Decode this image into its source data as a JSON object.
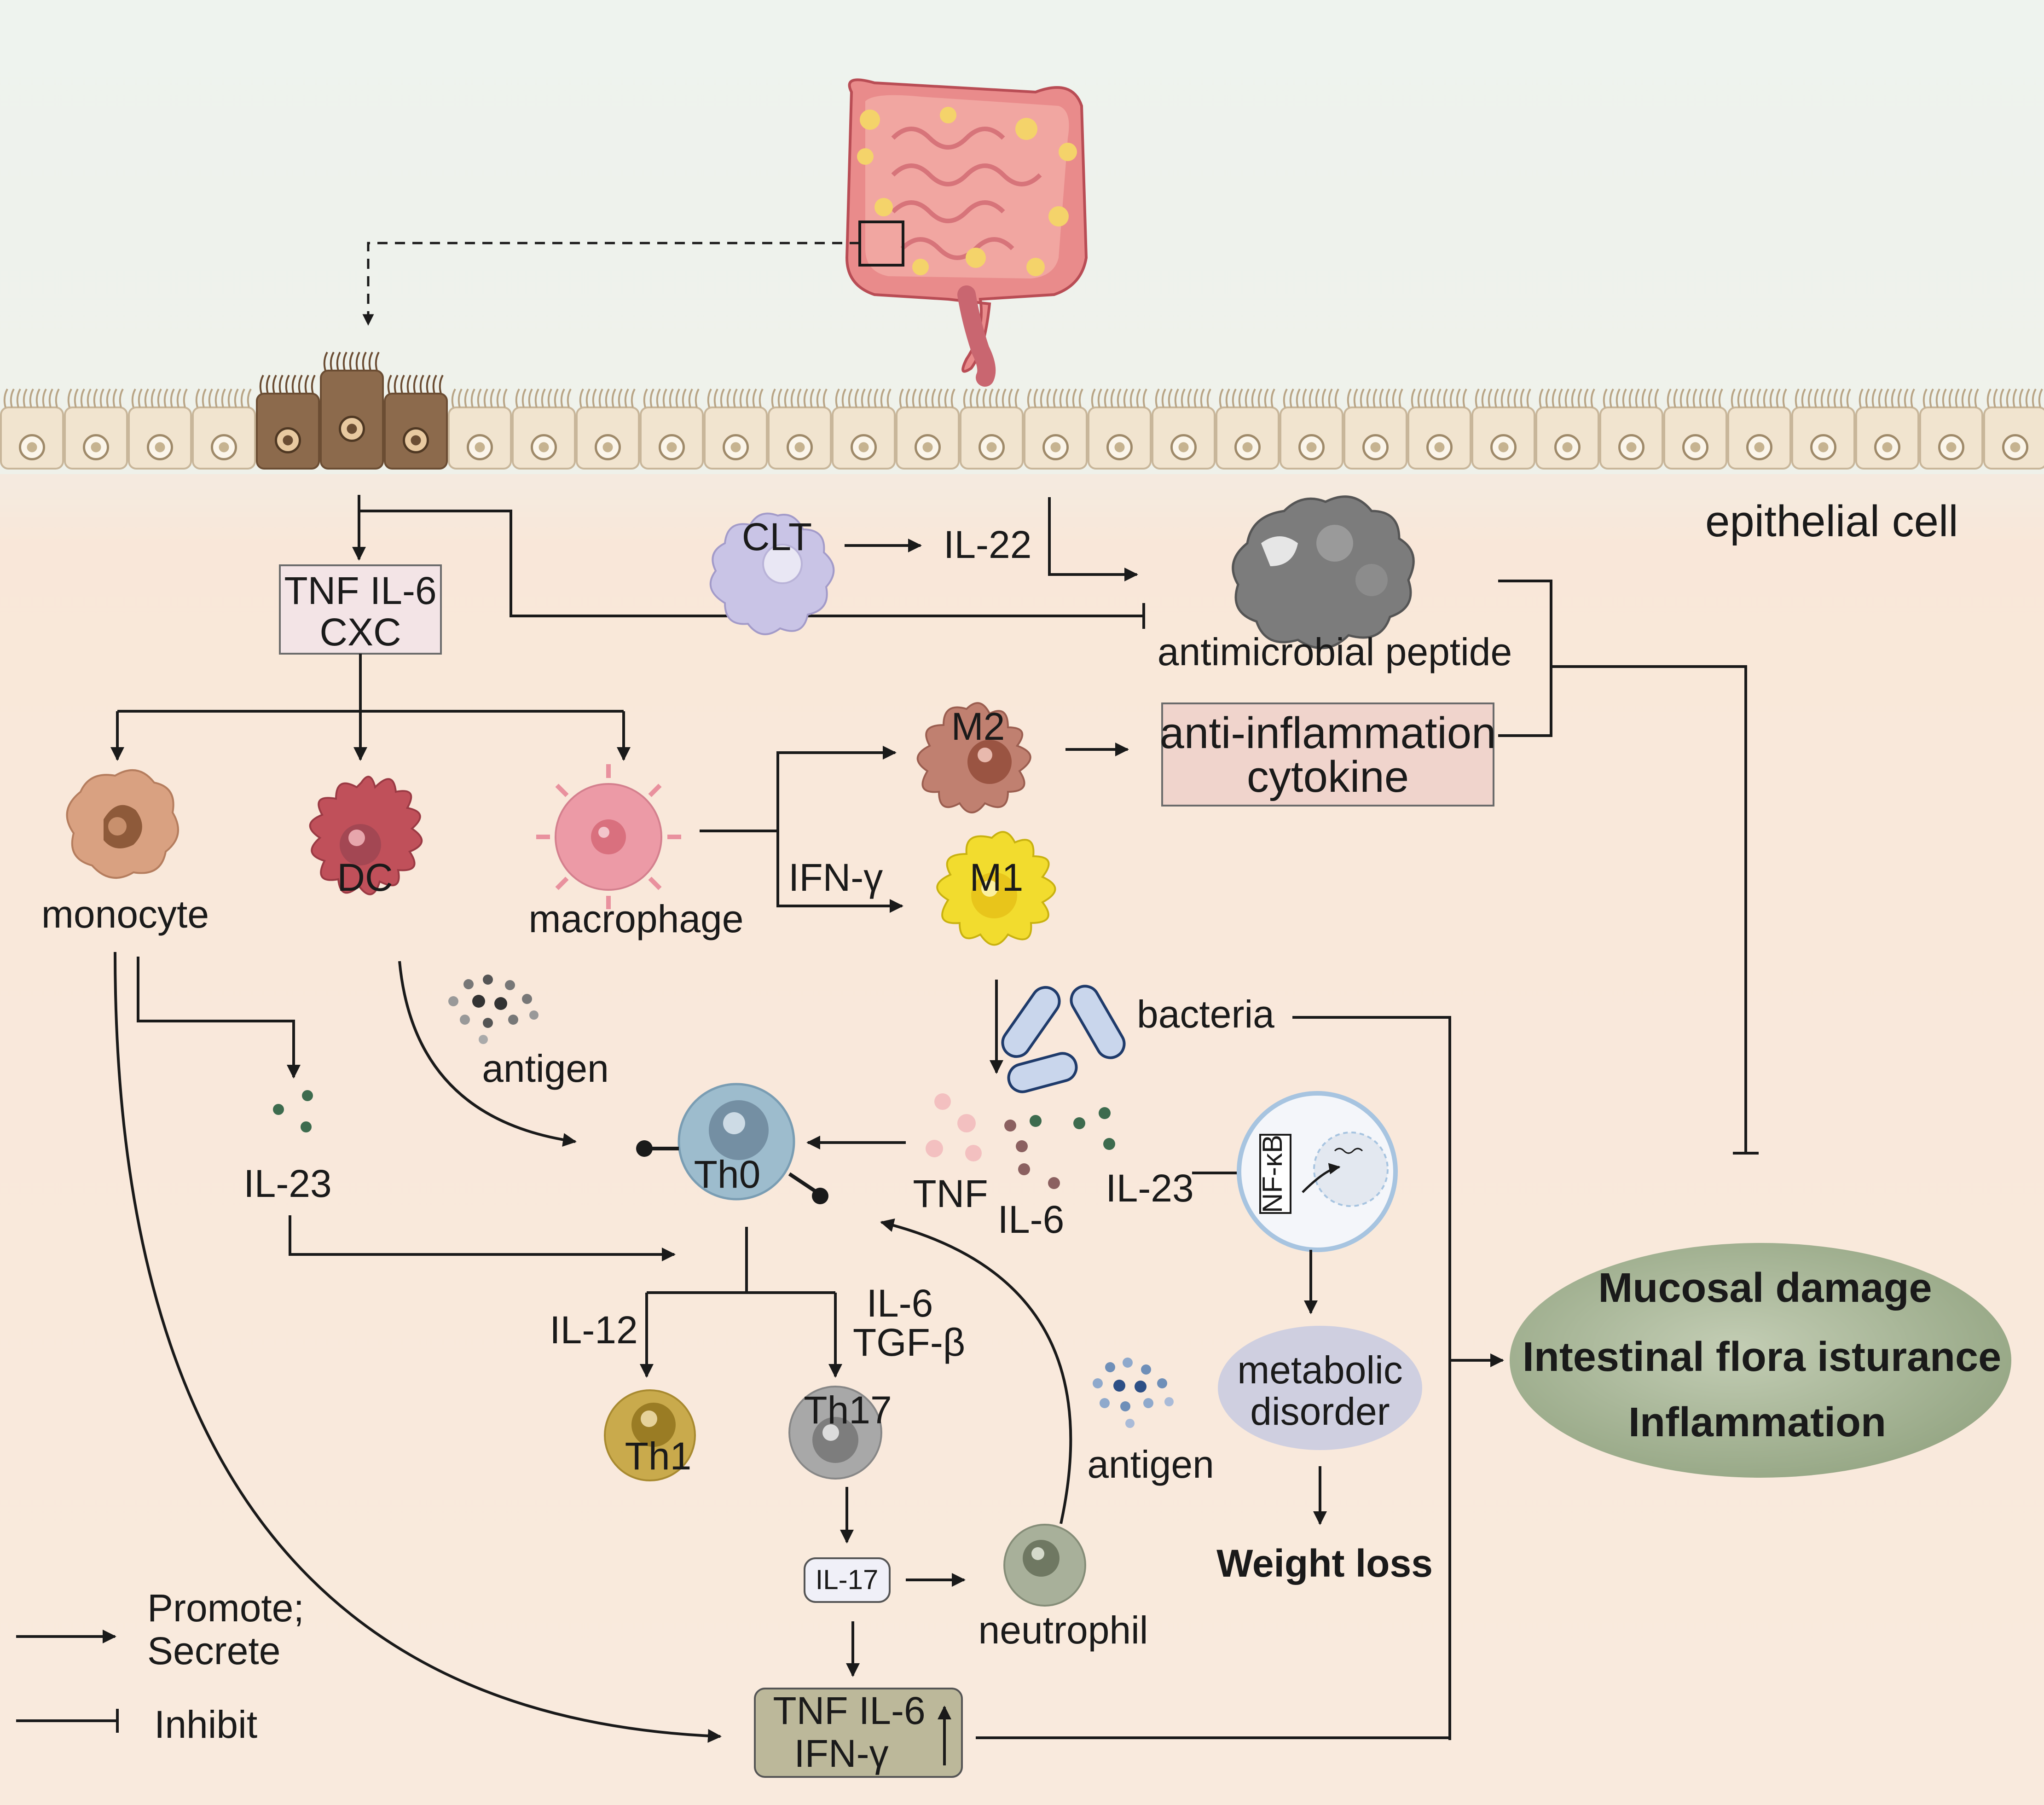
{
  "labels": {
    "epithelial_cell": "epithelial cell",
    "tnf_il6_cxc_line1": "TNF  IL-6",
    "tnf_il6_cxc_line2": "CXC",
    "clt": "CLT",
    "il22": "IL-22",
    "antimicrobial_peptide": "antimicrobial peptide",
    "m2": "M2",
    "anti_inflammation_line1": "anti-inflammation",
    "anti_inflammation_line2": "cytokine",
    "monocyte": "monocyte",
    "dc": "DC",
    "macrophage": "macrophage",
    "ifn_gamma": "IFN-γ",
    "m1": "M1",
    "bacteria": "bacteria",
    "antigen_left": "antigen",
    "il23_left": "IL-23",
    "th0": "Th0",
    "tnf_mid": "TNF",
    "il6_mid": "IL-6",
    "il23_mid": "IL-23",
    "nfkb": "NF-κB",
    "il12": "IL-12",
    "il6_tgf_line1": "IL-6",
    "il6_tgf_line2": "TGF-β",
    "th1": "Th1",
    "th17": "Th17",
    "metabolic_line1": "metabolic",
    "metabolic_line2": "disorder",
    "antigen_right": "antigen",
    "weight_loss": "Weight loss",
    "il17": "IL-17",
    "neutrophil": "neutrophil",
    "outcome_line1": "Mucosal damage",
    "outcome_line2": "Intestinal flora isturance",
    "outcome_line3": "Inflammation",
    "tnf_il6_bottom_line1": "TNF  IL-6",
    "tnf_il6_bottom_line2": "IFN-γ",
    "legend_promote_line1": "Promote;",
    "legend_promote_line2": "Secrete",
    "legend_inhibit": "Inhibit"
  },
  "colors": {
    "background_top": "#eef3ee",
    "background_bottom": "#f8e4d4",
    "epithelial_cell": "#f1e4cf",
    "damaged_cell": "#8c6a4c",
    "monocyte": "#d9a181",
    "dc": "#c0505a",
    "macrophage": "#ec9aa6",
    "m2": "#c08070",
    "m1": "#f2dc2e",
    "clt": "#c9c4e6",
    "th0": "#9dbccd",
    "th1": "#c9aa4c",
    "th17": "#a8a8a8",
    "neutrophil": "#a8b09a",
    "outcome_ellipse": "#a9b79c",
    "metabolic_ellipse": "#cfcfe0",
    "anti_inflammation_box": "#f0d4cc",
    "cytokine_box": "#f3e4e6",
    "bottom_box": "#bcb89a"
  }
}
